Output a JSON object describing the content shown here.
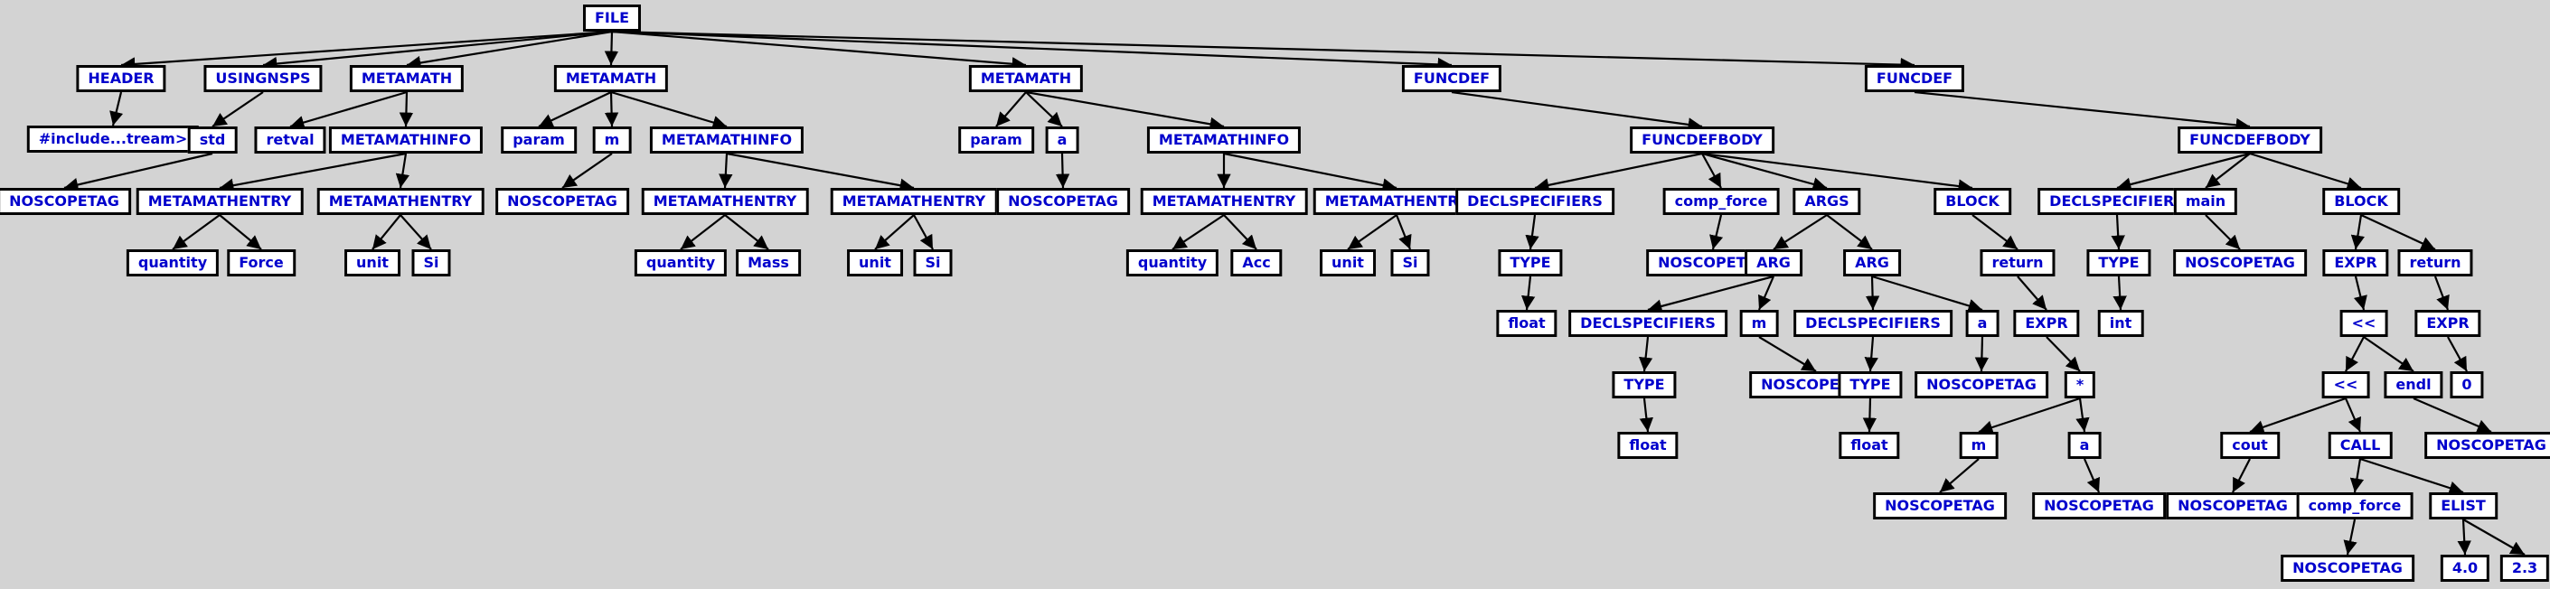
{
  "diagram": {
    "nodes": [
      {
        "id": "n0",
        "label": "FILE"
      },
      {
        "id": "n1",
        "label": "HEADER"
      },
      {
        "id": "n2",
        "label": "#include...tream>"
      },
      {
        "id": "n3",
        "label": "USINGNSPS"
      },
      {
        "id": "n4",
        "label": "std"
      },
      {
        "id": "n5",
        "label": "NOSCOPETAG"
      },
      {
        "id": "n6",
        "label": "METAMATH"
      },
      {
        "id": "n7",
        "label": "retval"
      },
      {
        "id": "n8",
        "label": "METAMATHINFO"
      },
      {
        "id": "n9",
        "label": "METAMATHENTRY"
      },
      {
        "id": "n10",
        "label": "quantity"
      },
      {
        "id": "n11",
        "label": "Force"
      },
      {
        "id": "n12",
        "label": "METAMATHENTRY"
      },
      {
        "id": "n13",
        "label": "unit"
      },
      {
        "id": "n14",
        "label": "Si"
      },
      {
        "id": "n15",
        "label": "METAMATH"
      },
      {
        "id": "n16",
        "label": "param"
      },
      {
        "id": "n17",
        "label": "m"
      },
      {
        "id": "n18",
        "label": "NOSCOPETAG"
      },
      {
        "id": "n19",
        "label": "METAMATHINFO"
      },
      {
        "id": "n20",
        "label": "METAMATHENTRY"
      },
      {
        "id": "n21",
        "label": "quantity"
      },
      {
        "id": "n22",
        "label": "Mass"
      },
      {
        "id": "n23",
        "label": "METAMATHENTRY"
      },
      {
        "id": "n24",
        "label": "unit"
      },
      {
        "id": "n25",
        "label": "Si"
      },
      {
        "id": "n26",
        "label": "METAMATH"
      },
      {
        "id": "n27",
        "label": "param"
      },
      {
        "id": "n28",
        "label": "a"
      },
      {
        "id": "n29",
        "label": "NOSCOPETAG"
      },
      {
        "id": "n30",
        "label": "METAMATHINFO"
      },
      {
        "id": "n31",
        "label": "METAMATHENTRY"
      },
      {
        "id": "n32",
        "label": "quantity"
      },
      {
        "id": "n33",
        "label": "Acc"
      },
      {
        "id": "n34",
        "label": "METAMATHENTRY"
      },
      {
        "id": "n35",
        "label": "unit"
      },
      {
        "id": "n36",
        "label": "Si"
      },
      {
        "id": "n37",
        "label": "FUNCDEF"
      },
      {
        "id": "n38",
        "label": "FUNCDEFBODY"
      },
      {
        "id": "n39",
        "label": "DECLSPECIFIERS"
      },
      {
        "id": "n40",
        "label": "TYPE"
      },
      {
        "id": "n41",
        "label": "float"
      },
      {
        "id": "n42",
        "label": "comp_force"
      },
      {
        "id": "n43",
        "label": "NOSCOPETAG"
      },
      {
        "id": "n44",
        "label": "ARGS"
      },
      {
        "id": "n45",
        "label": "ARG"
      },
      {
        "id": "n46",
        "label": "DECLSPECIFIERS"
      },
      {
        "id": "n47",
        "label": "TYPE"
      },
      {
        "id": "n48",
        "label": "float"
      },
      {
        "id": "n49",
        "label": "m"
      },
      {
        "id": "n50",
        "label": "NOSCOPETAG"
      },
      {
        "id": "n51",
        "label": "ARG"
      },
      {
        "id": "n52",
        "label": "DECLSPECIFIERS"
      },
      {
        "id": "n53",
        "label": "TYPE"
      },
      {
        "id": "n54",
        "label": "float"
      },
      {
        "id": "n55",
        "label": "a"
      },
      {
        "id": "n56",
        "label": "NOSCOPETAG"
      },
      {
        "id": "n57",
        "label": "BLOCK"
      },
      {
        "id": "n58",
        "label": "return"
      },
      {
        "id": "n59",
        "label": "EXPR"
      },
      {
        "id": "n60",
        "label": "*"
      },
      {
        "id": "n61",
        "label": "m"
      },
      {
        "id": "n62",
        "label": "NOSCOPETAG"
      },
      {
        "id": "n63",
        "label": "a"
      },
      {
        "id": "n64",
        "label": "NOSCOPETAG"
      },
      {
        "id": "n65",
        "label": "FUNCDEF"
      },
      {
        "id": "n66",
        "label": "FUNCDEFBODY"
      },
      {
        "id": "n67",
        "label": "DECLSPECIFIERS"
      },
      {
        "id": "n68",
        "label": "TYPE"
      },
      {
        "id": "n69",
        "label": "int"
      },
      {
        "id": "n70",
        "label": "main"
      },
      {
        "id": "n71",
        "label": "NOSCOPETAG"
      },
      {
        "id": "n72",
        "label": "BLOCK"
      },
      {
        "id": "n73",
        "label": "EXPR"
      },
      {
        "id": "n74",
        "label": "<<"
      },
      {
        "id": "n75",
        "label": "<<"
      },
      {
        "id": "n76",
        "label": "cout"
      },
      {
        "id": "n77",
        "label": "NOSCOPETAG"
      },
      {
        "id": "n78",
        "label": "CALL"
      },
      {
        "id": "n79",
        "label": "comp_force"
      },
      {
        "id": "n80",
        "label": "NOSCOPETAG"
      },
      {
        "id": "n81",
        "label": "ELIST"
      },
      {
        "id": "n82",
        "label": "4.0"
      },
      {
        "id": "n83",
        "label": "2.3"
      },
      {
        "id": "n84",
        "label": "endl"
      },
      {
        "id": "n85",
        "label": "NOSCOPETAG"
      },
      {
        "id": "n86",
        "label": "return"
      },
      {
        "id": "n87",
        "label": "EXPR"
      },
      {
        "id": "n88",
        "label": "0"
      }
    ],
    "edges": [
      [
        "n0",
        "n1"
      ],
      [
        "n0",
        "n3"
      ],
      [
        "n0",
        "n6"
      ],
      [
        "n0",
        "n15"
      ],
      [
        "n0",
        "n26"
      ],
      [
        "n0",
        "n37"
      ],
      [
        "n0",
        "n65"
      ],
      [
        "n1",
        "n2"
      ],
      [
        "n3",
        "n4"
      ],
      [
        "n4",
        "n5"
      ],
      [
        "n6",
        "n7"
      ],
      [
        "n6",
        "n8"
      ],
      [
        "n8",
        "n9"
      ],
      [
        "n8",
        "n12"
      ],
      [
        "n9",
        "n10"
      ],
      [
        "n9",
        "n11"
      ],
      [
        "n12",
        "n13"
      ],
      [
        "n12",
        "n14"
      ],
      [
        "n15",
        "n16"
      ],
      [
        "n15",
        "n17"
      ],
      [
        "n15",
        "n19"
      ],
      [
        "n17",
        "n18"
      ],
      [
        "n19",
        "n20"
      ],
      [
        "n19",
        "n23"
      ],
      [
        "n20",
        "n21"
      ],
      [
        "n20",
        "n22"
      ],
      [
        "n23",
        "n24"
      ],
      [
        "n23",
        "n25"
      ],
      [
        "n26",
        "n27"
      ],
      [
        "n26",
        "n28"
      ],
      [
        "n26",
        "n30"
      ],
      [
        "n28",
        "n29"
      ],
      [
        "n30",
        "n31"
      ],
      [
        "n30",
        "n34"
      ],
      [
        "n31",
        "n32"
      ],
      [
        "n31",
        "n33"
      ],
      [
        "n34",
        "n35"
      ],
      [
        "n34",
        "n36"
      ],
      [
        "n37",
        "n38"
      ],
      [
        "n38",
        "n39"
      ],
      [
        "n38",
        "n42"
      ],
      [
        "n38",
        "n44"
      ],
      [
        "n38",
        "n57"
      ],
      [
        "n39",
        "n40"
      ],
      [
        "n40",
        "n41"
      ],
      [
        "n42",
        "n43"
      ],
      [
        "n44",
        "n45"
      ],
      [
        "n44",
        "n51"
      ],
      [
        "n45",
        "n46"
      ],
      [
        "n45",
        "n49"
      ],
      [
        "n46",
        "n47"
      ],
      [
        "n47",
        "n48"
      ],
      [
        "n49",
        "n50"
      ],
      [
        "n51",
        "n52"
      ],
      [
        "n51",
        "n55"
      ],
      [
        "n52",
        "n53"
      ],
      [
        "n53",
        "n54"
      ],
      [
        "n55",
        "n56"
      ],
      [
        "n57",
        "n58"
      ],
      [
        "n58",
        "n59"
      ],
      [
        "n59",
        "n60"
      ],
      [
        "n60",
        "n61"
      ],
      [
        "n60",
        "n63"
      ],
      [
        "n61",
        "n62"
      ],
      [
        "n63",
        "n64"
      ],
      [
        "n65",
        "n66"
      ],
      [
        "n66",
        "n67"
      ],
      [
        "n66",
        "n70"
      ],
      [
        "n66",
        "n72"
      ],
      [
        "n67",
        "n68"
      ],
      [
        "n68",
        "n69"
      ],
      [
        "n70",
        "n71"
      ],
      [
        "n72",
        "n73"
      ],
      [
        "n72",
        "n86"
      ],
      [
        "n73",
        "n74"
      ],
      [
        "n74",
        "n75"
      ],
      [
        "n74",
        "n84"
      ],
      [
        "n75",
        "n76"
      ],
      [
        "n75",
        "n78"
      ],
      [
        "n76",
        "n77"
      ],
      [
        "n78",
        "n79"
      ],
      [
        "n78",
        "n81"
      ],
      [
        "n79",
        "n80"
      ],
      [
        "n81",
        "n82"
      ],
      [
        "n81",
        "n83"
      ],
      [
        "n84",
        "n85"
      ],
      [
        "n86",
        "n87"
      ],
      [
        "n87",
        "n88"
      ]
    ]
  }
}
